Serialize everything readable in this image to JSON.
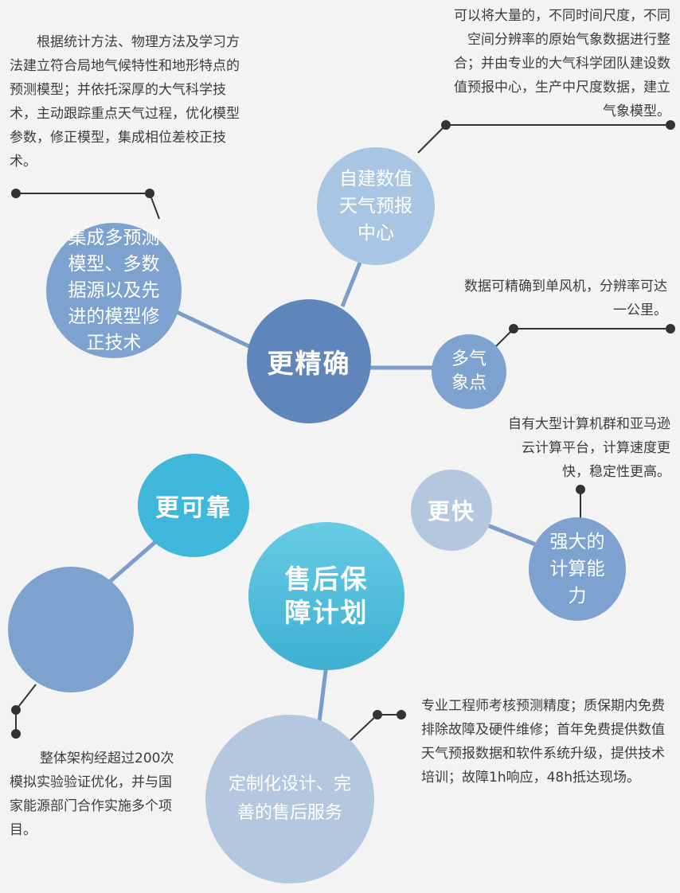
{
  "colors": {
    "background": "#f3f3f3",
    "line": "#7c9dc9",
    "connector": "#333333",
    "dark_blue": "#5f86bb",
    "mid_blue": "#7ea2cf",
    "light_blue": "#a8c6e4",
    "pale_blue": "#b3c7df",
    "cyan": "#3fb7db",
    "cyan_gradient_top": "#67cbe3",
    "cyan_gradient_bottom": "#3db0d2",
    "text": "#3c3c3c"
  },
  "hubs": {
    "more_accurate": "更精确",
    "more_reliable": "更可靠",
    "faster": "更快",
    "after_sales": "售后保障计划"
  },
  "nodes": {
    "multi_model": "集成多预测模型、多数据源以及先进的模型修正技术",
    "nwp_center": "自建数值天气预报中心",
    "multi_station": "多气象点",
    "compute": "强大的计算能力",
    "service": "定制化设计、完善的售后服务"
  },
  "texts": {
    "multi_model_desc": "根据统计方法、物理方法及学习方法建立符合局地气候特性和地形特点的预测模型；并依托深厚的大气科学技术，主动跟踪重点天气过程，优化模型参数，修正模型，集成相位差校正技术。",
    "nwp_desc": "可以将大量的，不同时间尺度，不同空间分辨率的原始气象数据进行整合；并由专业的大气科学团队建设数值预报中心，生产中尺度数据，建立气象模型。",
    "station_desc": "数据可精确到单风机，分辨率可达一公里。",
    "compute_desc": "自有大型计算机群和亚马逊云计算平台，计算速度更快，稳定性更高。",
    "reliable_desc": "整体架构经超过200次模拟实验验证优化，并与国家能源部门合作实施多个项目。",
    "service_desc": "专业工程师考核预测精度；质保期内免费排除故障及硬件维修；首年免费提供数值天气预报数据和软件系统升级，提供技术培训；故障1h响应，48h抵达现场。"
  }
}
